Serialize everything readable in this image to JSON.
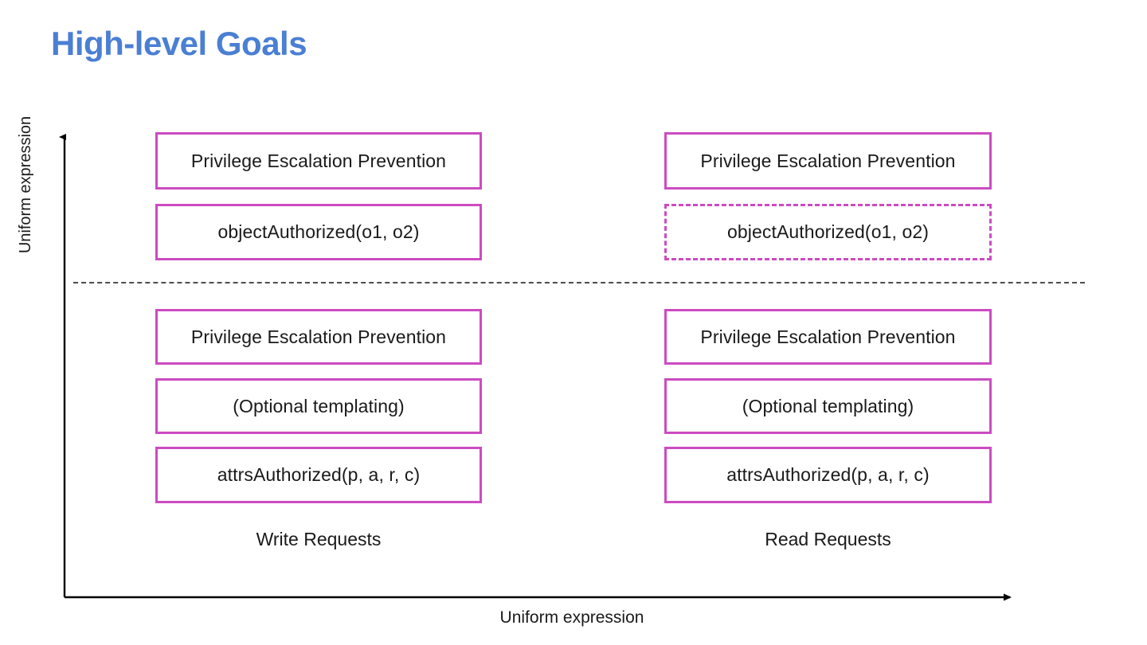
{
  "slide": {
    "title": "High-level Goals",
    "title_color": "#4a7fd4",
    "background": "#ffffff"
  },
  "axes": {
    "y_label": "Uniform expression",
    "x_label": "Uniform expression",
    "axis_color": "#000000",
    "divider_color": "#4d4d4d",
    "divider_style": "dashed"
  },
  "box_style": {
    "border_color": "#cc4bc2",
    "fill_color": "#ffffff",
    "text_color": "#1a1a1a"
  },
  "columns": [
    {
      "id": "write",
      "label": "Write Requests",
      "upper": {
        "boxes": [
          {
            "text": "Privilege Escalation Prevention",
            "style": "solid"
          },
          {
            "text": "objectAuthorized(o1, o2)",
            "style": "solid"
          }
        ]
      },
      "lower": {
        "boxes": [
          {
            "text": "Privilege Escalation Prevention",
            "style": "solid"
          },
          {
            "text": "(Optional templating)",
            "style": "solid"
          },
          {
            "text": "attrsAuthorized(p, a, r, c)",
            "style": "solid"
          }
        ]
      }
    },
    {
      "id": "read",
      "label": "Read Requests",
      "upper": {
        "boxes": [
          {
            "text": "Privilege Escalation Prevention",
            "style": "solid"
          },
          {
            "text": "objectAuthorized(o1, o2)",
            "style": "dashed"
          }
        ]
      },
      "lower": {
        "boxes": [
          {
            "text": "Privilege Escalation Prevention",
            "style": "solid"
          },
          {
            "text": "(Optional templating)",
            "style": "solid"
          },
          {
            "text": "attrsAuthorized(p, a, r, c)",
            "style": "solid"
          }
        ]
      }
    }
  ]
}
